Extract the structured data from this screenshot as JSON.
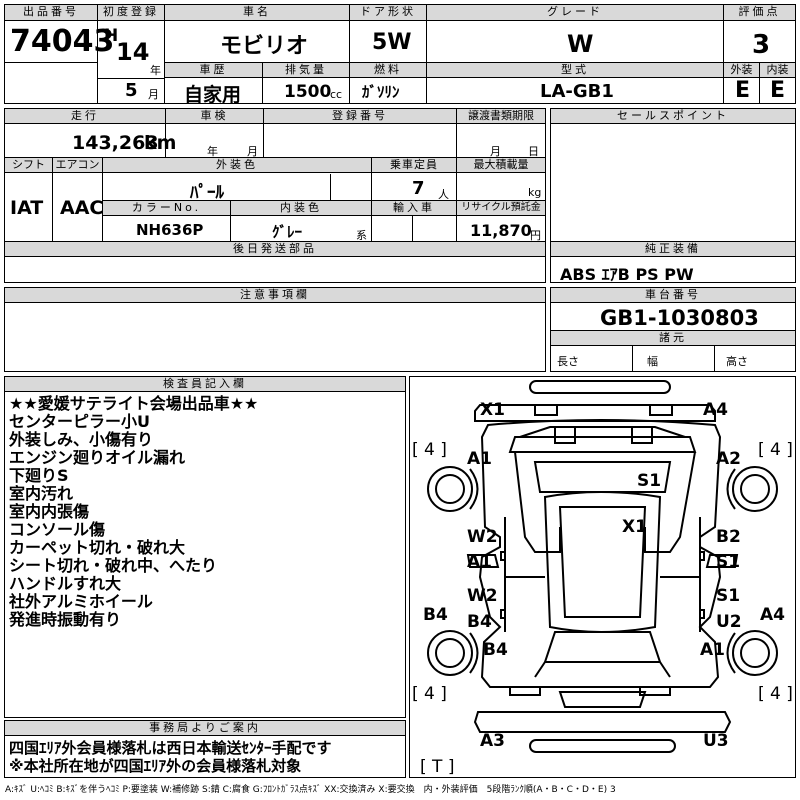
{
  "header": {
    "lot_label": "出品番号",
    "lot_number": "74043",
    "first_reg_label": "初度登録",
    "era": "H",
    "year": "14",
    "year_unit": "年",
    "month": "5",
    "month_unit": "月",
    "car_name_label": "車名",
    "car_name": "モビリオ",
    "door_label": "ドア形状",
    "door": "5W",
    "grade_label": "グレード",
    "grade": "W",
    "score_label": "評価点",
    "score": "3",
    "history_label": "車歴",
    "history": "自家用",
    "displacement_label": "排気量",
    "displacement": "1500",
    "displacement_unit": "cc",
    "fuel_label": "燃料",
    "fuel": "ｶﾞｿﾘﾝ",
    "model_label": "型式",
    "model": "LA-GB1",
    "exterior_label": "外装",
    "exterior": "E",
    "interior_label": "内装",
    "interior": "E"
  },
  "info": {
    "mileage_label": "走行",
    "mileage": "143,263",
    "mileage_unit": "km",
    "inspection_label": "車検",
    "inspection_year": "年",
    "inspection_month": "月",
    "regno_label": "登録番号",
    "transfer_label": "譲渡書類期限",
    "transfer_month": "月",
    "transfer_day": "日",
    "shift_label": "シフト",
    "shift": "IAT",
    "aircon_label": "エアコン",
    "aircon": "AAC",
    "color_label": "外装色",
    "color": "ﾊﾟｰﾙ",
    "capacity_label": "乗車定員",
    "capacity": "7",
    "capacity_unit": "人",
    "load_label": "最大積載量",
    "load_unit": "kg",
    "colorno_label": "カラーNo.",
    "colorno": "NH636P",
    "intcolor_label": "内装色",
    "intcolor": "ｸﾞﾚｰ",
    "intcolor_unit": "系",
    "import_label": "輸入車",
    "recycle_label": "リサイクル預託金",
    "recycle": "11,870",
    "recycle_unit": "円",
    "later_parts_label": "後日発送部品",
    "caution_label": "注意事項欄"
  },
  "right": {
    "sales_label": "セールスポイント",
    "equip_label": "純正装備",
    "equip": "ABS ｴｱB PS PW",
    "chassis_label": "車台番号",
    "chassis": "GB1-1030803",
    "specs_label": "諸元",
    "length_label": "長さ",
    "width_label": "幅",
    "height_label": "高さ"
  },
  "inspector": {
    "label": "検査員記入欄",
    "notes": [
      "★★愛媛サテライト会場出品車★★",
      "センターピラー小U",
      "外装しみ、小傷有り",
      "エンジン廻りオイル漏れ",
      "下廻りS",
      "室内汚れ",
      "室内内張傷",
      "コンソール傷",
      "カーペット切れ・破れ大",
      "シート切れ・破れ中、へたり",
      "ハンドルすれ大",
      "社外アルミホイール",
      "発進時振動有り"
    ]
  },
  "diagram": {
    "labels": {
      "x1_top": "X1",
      "a4_top": "A4",
      "a1_left": "A1",
      "a2_right": "A2",
      "s1_hood": "S1",
      "x1_mid": "X1",
      "w2_l1": "W2",
      "a1_l1": "A1",
      "b2_r1": "B2",
      "s1_r1": "S1",
      "w2_l2": "W2",
      "b4_l2": "B4",
      "s1_r2": "S1",
      "u2_r2": "U2",
      "b4_side": "B4",
      "a4_side": "A4",
      "b4_lower": "B4",
      "a1_lower": "A1",
      "a3_bottom": "A3",
      "u3_bottom": "U3",
      "tire_tl": "[ 4 ]",
      "tire_tr": "[ 4 ]",
      "tire_bl": "[ 4 ]",
      "tire_br": "[ 4 ]",
      "spare": "[ T ]"
    }
  },
  "office": {
    "label": "事務局よりご案内",
    "line1": "四国ｴﾘｱ外会員様落札は西日本輸送ｾﾝﾀｰ手配です",
    "line2": "※本社所在地が四国ｴﾘｱ外の会員様落札対象"
  },
  "legend": "A:ｷｽﾞ U:ﾍｺﾐ B:ｷｽﾞを伴うﾍｺﾐ P:要塗装 W:補修跡 S:錆 C:腐食 G:ﾌﾛﾝﾄｶﾞﾗｽ点ｷｽﾞ XX:交換済み X:要交換　内・外装評価　5段階ﾗﾝｸ順(A・B・C・D・E) 3"
}
